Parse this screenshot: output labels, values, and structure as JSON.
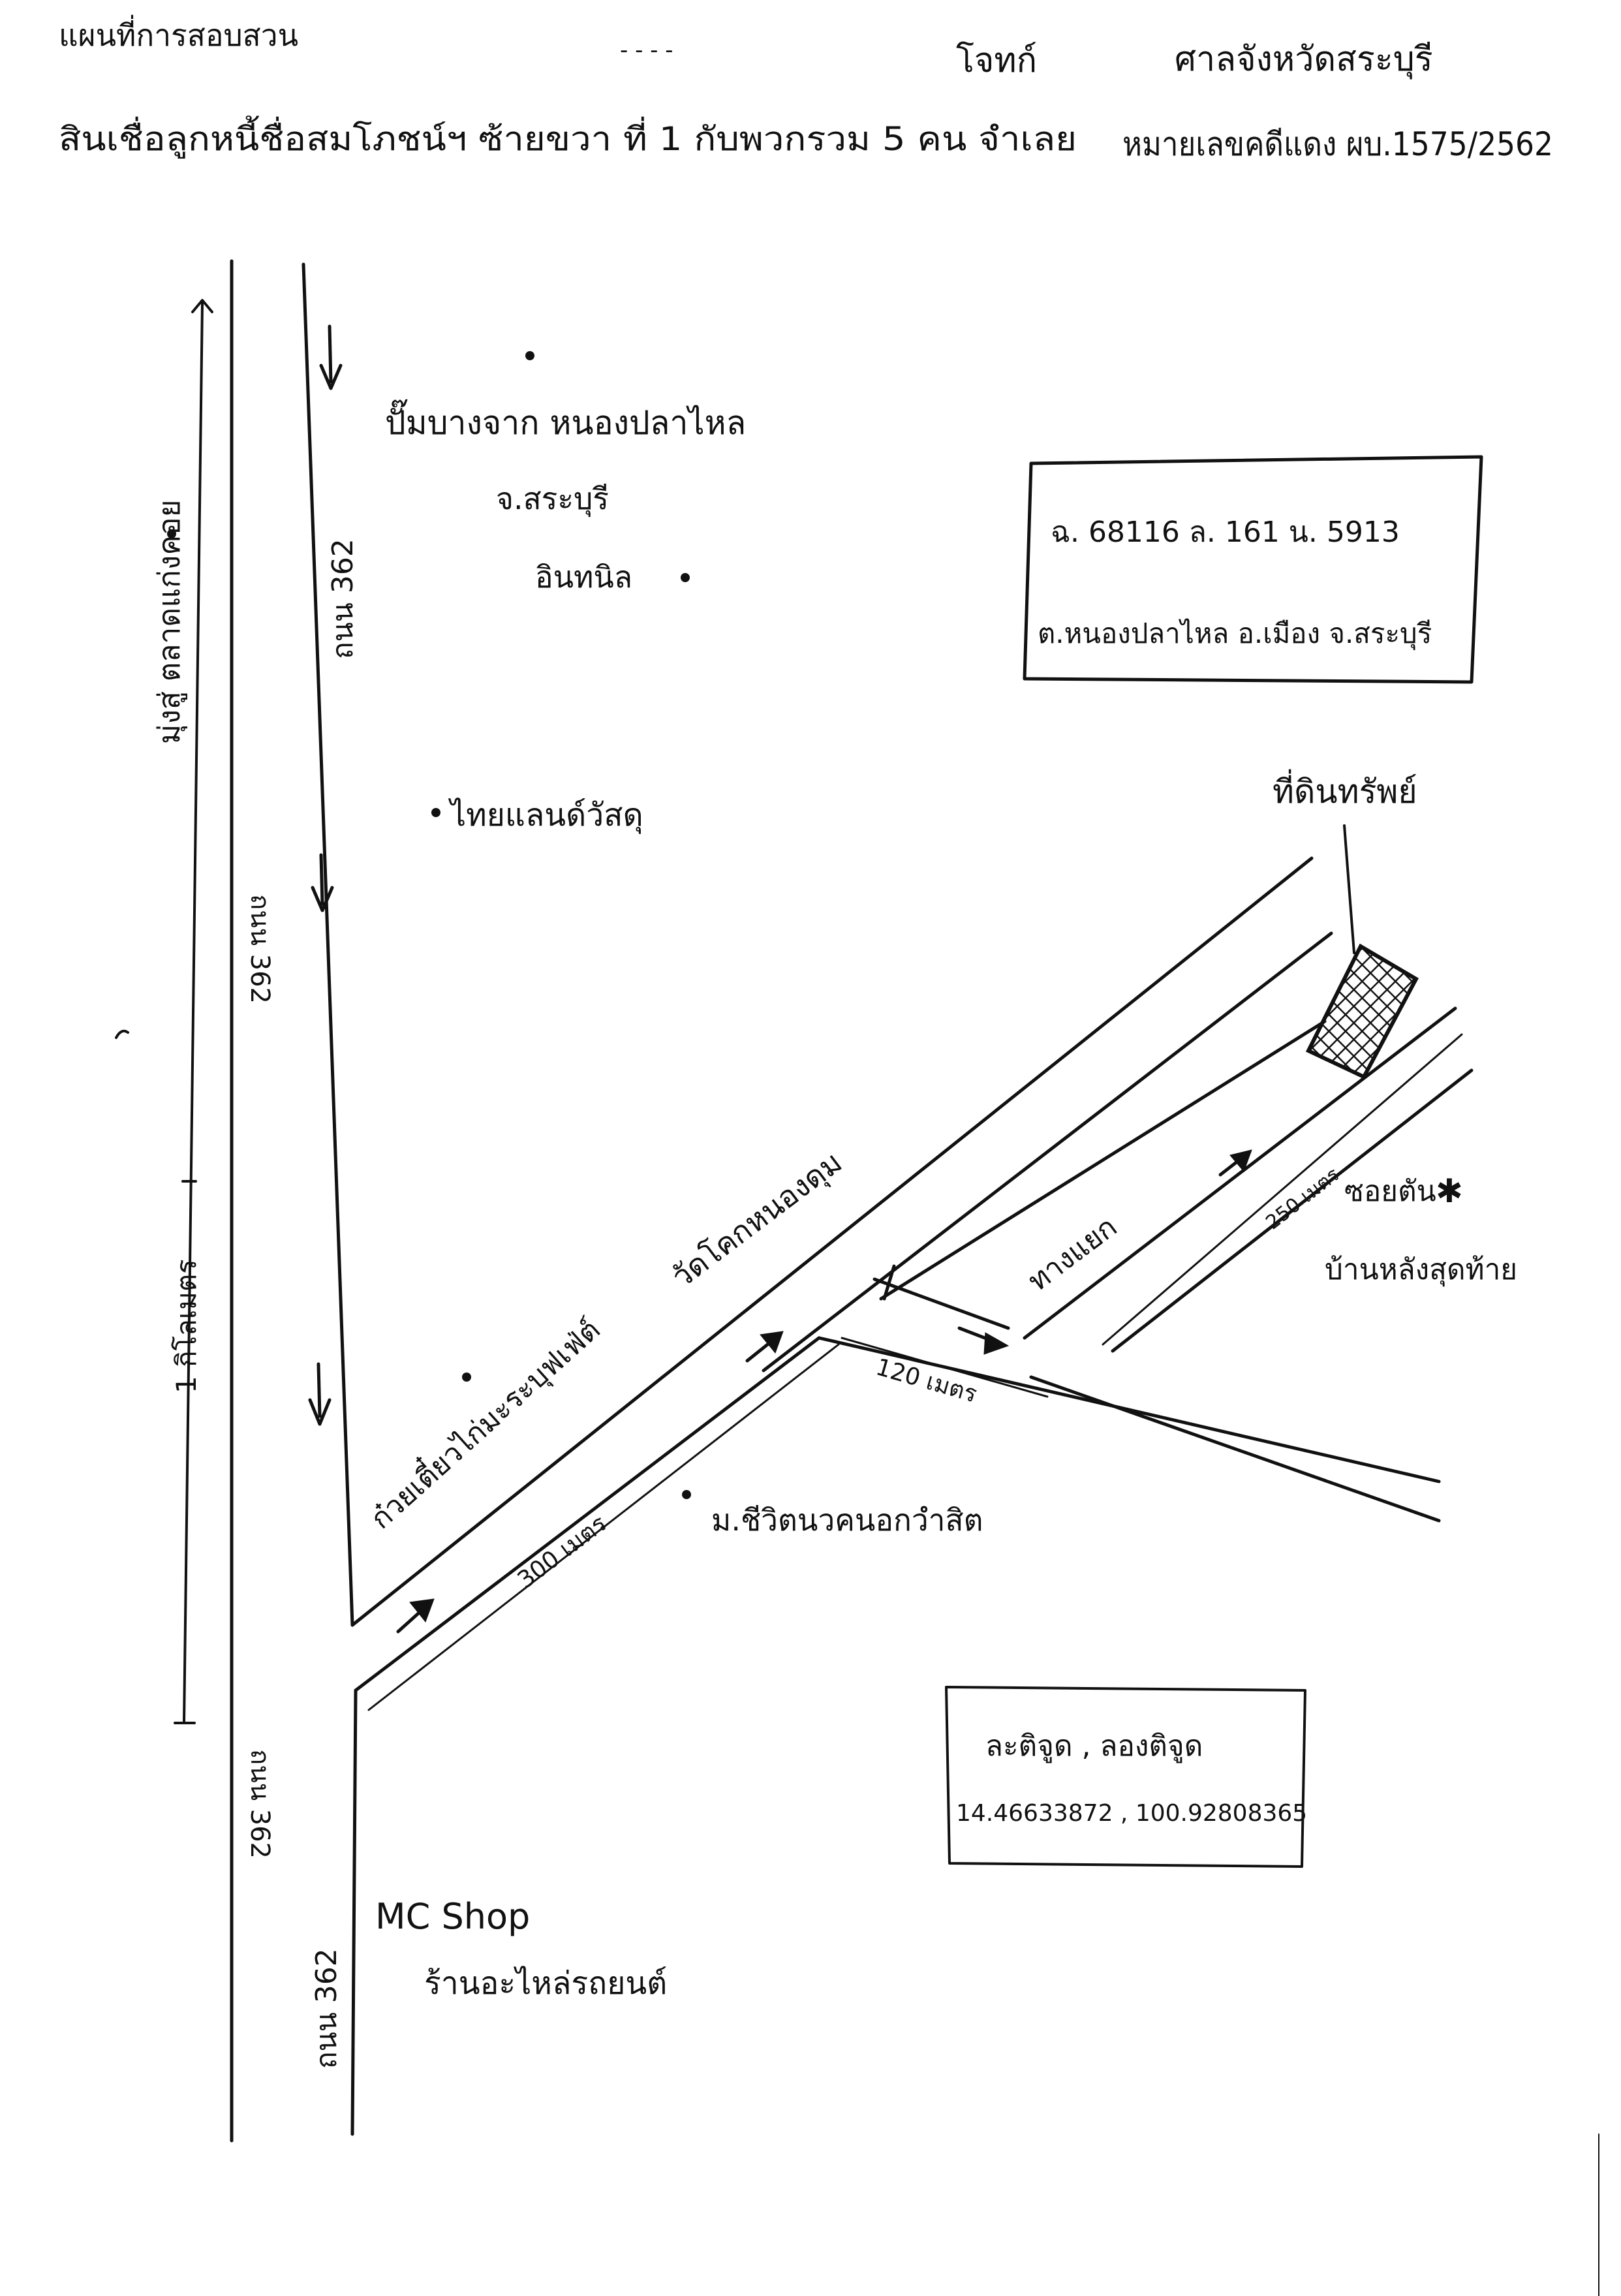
{
  "header": {
    "row1_left": "แผนที่การสอบสวน",
    "row1_dots": "- - - -",
    "row1_mid": "โจทก์",
    "row1_right": "ศาลจังหวัดสระบุรี",
    "row2": "สินเชื่อลูกหนี้ชื่อสมโภชน์ฯ ซ้ายขวา ที่ 1 กับพวกรวม 5 คน จำเลย",
    "case_no": "หมายเลขคดีแดง ผบ.1575/2562"
  },
  "roads": {
    "main_top": "ถนน 362",
    "main_bottom": "ถนน 362",
    "left_top": "ถนน 362",
    "left_bottom": "ถนน 362",
    "side_left": "มุ่งสู่ ตลาดแก่งคอย",
    "kilometer": "1 กิโลเมตร",
    "diag_label": "ทางแยก",
    "dist_300": "300 เมตร",
    "dist_120": "120 เมตร",
    "dist_250": "250 เมตร"
  },
  "places": {
    "gas_station": "ปั๊มบางจาก หนองปลาไหล",
    "gas_province": "จ.สระบุรี",
    "inthanin": "อินทนิล",
    "thai_land": "ไทยแลนด์วัสดุ",
    "wat": "วัดโคกหนองดุม",
    "noodle": "ก๋วยเตี๋ยวไก่มะระบุฟเฟ่ต์",
    "village": "ม.ชีวิตนวคนอกวำสิต",
    "target": "ที่ดินทรัพย์",
    "soi": "ซอยตัน",
    "soi_sub": "บ้านหลังสุดท้าย",
    "mc_shop": "MC Shop",
    "mc_shop_th": "ร้านอะไหล่รถยนต์"
  },
  "deed": {
    "line1": "ฉ. 68116   ล. 161   น. 5913",
    "line2": "ต.หนองปลาไหล  อ.เมือง  จ.สระบุรี"
  },
  "coords": {
    "label": "ละติจูด , ลองติจูด",
    "value": "14.46633872 , 100.92808365"
  }
}
